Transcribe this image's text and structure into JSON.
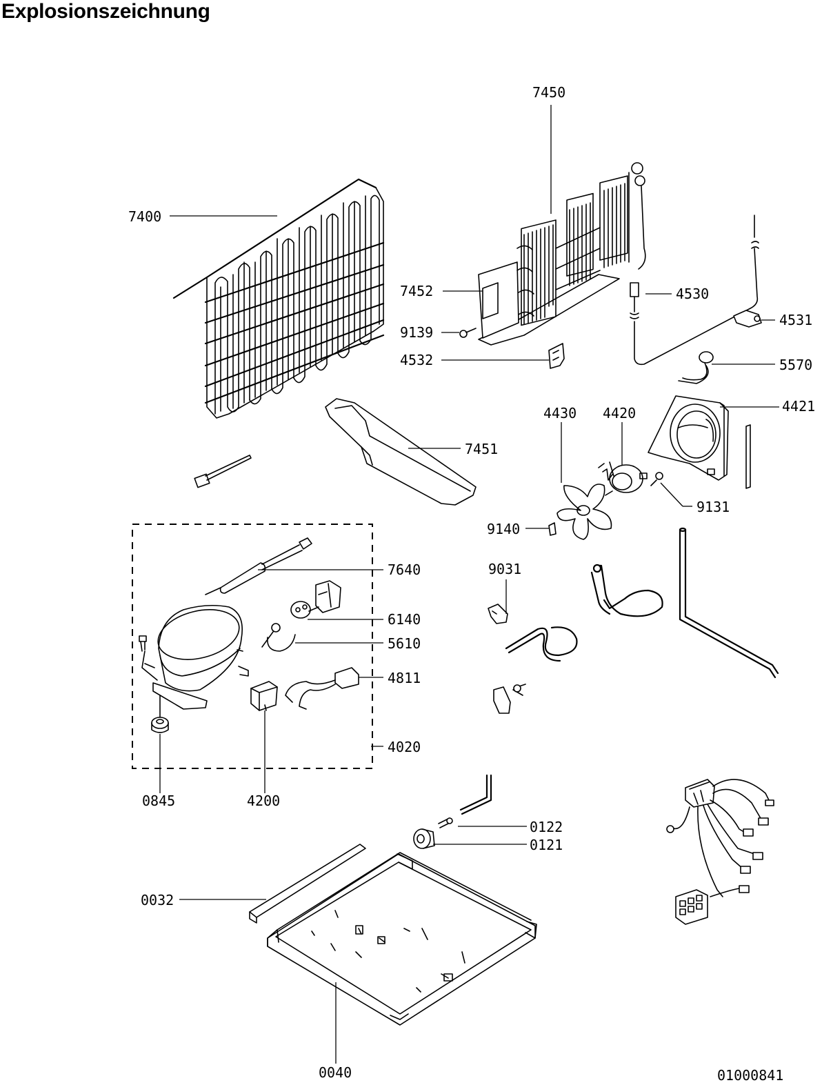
{
  "title": "Explosionszeichnung",
  "drawing_number": "01000841",
  "parts": [
    {
      "id": "p7450",
      "number": "7450"
    },
    {
      "id": "p7400",
      "number": "7400"
    },
    {
      "id": "p7452",
      "number": "7452"
    },
    {
      "id": "p4530",
      "number": "4530"
    },
    {
      "id": "p9139",
      "number": "9139"
    },
    {
      "id": "p4531",
      "number": "4531"
    },
    {
      "id": "p4532",
      "number": "4532"
    },
    {
      "id": "p5570",
      "number": "5570"
    },
    {
      "id": "p4430",
      "number": "4430"
    },
    {
      "id": "p4420",
      "number": "4420"
    },
    {
      "id": "p4421",
      "number": "4421"
    },
    {
      "id": "p7451",
      "number": "7451"
    },
    {
      "id": "p9131",
      "number": "9131"
    },
    {
      "id": "p9140",
      "number": "9140"
    },
    {
      "id": "p7640",
      "number": "7640"
    },
    {
      "id": "p9031",
      "number": "9031"
    },
    {
      "id": "p6140",
      "number": "6140"
    },
    {
      "id": "p5610",
      "number": "5610"
    },
    {
      "id": "p4811",
      "number": "4811"
    },
    {
      "id": "p4020",
      "number": "4020"
    },
    {
      "id": "p0845",
      "number": "0845"
    },
    {
      "id": "p4200",
      "number": "4200"
    },
    {
      "id": "p0122",
      "number": "0122"
    },
    {
      "id": "p0121",
      "number": "0121"
    },
    {
      "id": "p0032",
      "number": "0032"
    },
    {
      "id": "p0040",
      "number": "0040"
    }
  ]
}
